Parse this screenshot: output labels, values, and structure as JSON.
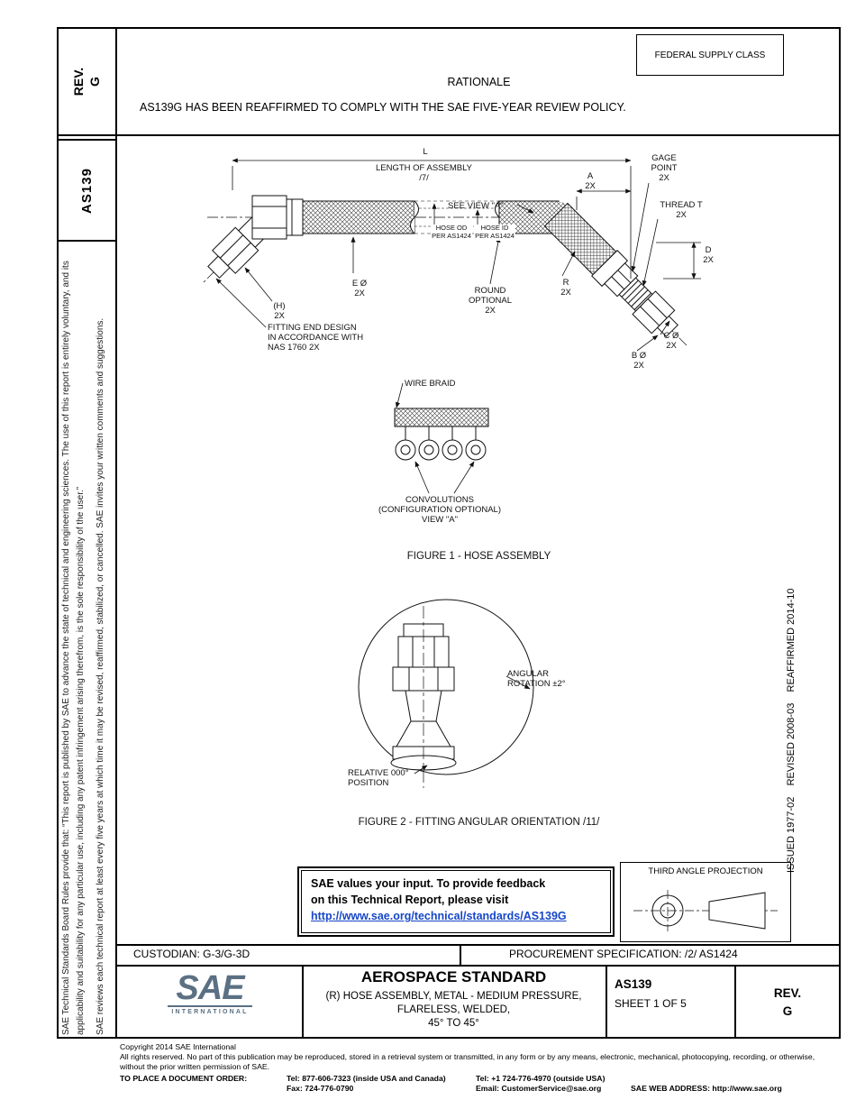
{
  "sidebar": {
    "rev": "REV.\nG",
    "doc_number": "AS139",
    "notice_para1": "SAE Technical Standards Board Rules provide that: “This report is published by SAE to advance the state of technical and engineering sciences. The use of this report is entirely voluntary, and its applicability and suitability for any particular use, including any patent infringement arising therefrom, is the sole responsibility of the user.”",
    "notice_para2": "SAE reviews each technical report at least every five years at which time it may be revised, reaffirmed, stabilized, or cancelled. SAE invites your written comments and suggestions."
  },
  "header": {
    "federal_supply_class": "FEDERAL SUPPLY CLASS",
    "rationale_title": "RATIONALE",
    "rationale_body": "AS139G HAS BEEN REAFFIRMED TO COMPLY WITH THE SAE FIVE-YEAR REVIEW POLICY."
  },
  "figure1": {
    "caption": "FIGURE 1 - HOSE ASSEMBLY",
    "labels": {
      "dim_l": "L",
      "length_of_assembly": "LENGTH OF ASSEMBLY",
      "length_note": "/7/",
      "gage_point": "GAGE\nPOINT\n2X",
      "dim_a": "A\n2X",
      "see_view_a": "SEE VIEW \"A\"",
      "thread_t": "THREAD T\n2X",
      "hose_od": "HOSE OD\nPER AS1424",
      "hose_id": "HOSE ID\nPER AS1424",
      "dim_d": "D\n2X",
      "dim_e": "E Ø\n2X",
      "dim_h": "(H)\n2X",
      "round_optional": "ROUND\nOPTIONAL\n2X",
      "dim_r": "R\n2X",
      "fitting_end_design": "FITTING END DESIGN\nIN ACCORDANCE WITH\nNAS 1760 2X",
      "dim_c": "C Ø\n2X",
      "dim_b": "B Ø\n2X",
      "wire_braid": "WIRE BRAID",
      "convolutions": "CONVOLUTIONS\n(CONFIGURATION OPTIONAL)\nVIEW \"A\""
    }
  },
  "figure2": {
    "caption": "FIGURE 2 - FITTING ANGULAR ORIENTATION /11/",
    "labels": {
      "angular_rotation": "ANGULAR\nROTATION ±2°",
      "relative_position": "RELATIVE 000°\nPOSITION"
    }
  },
  "feedback": {
    "line1": "SAE values your input. To provide feedback",
    "line2": "on this Technical Report, please visit",
    "link": "http://www.sae.org/technical/standards/AS139G",
    "link_color": "#1646c8"
  },
  "projection_title": "THIRD ANGLE PROJECTION",
  "revision_history": "ISSUED 1977-02    REVISED 2008-03    REAFFIRMED 2014-10",
  "custodian": "CUSTODIAN: G-3/G-3D",
  "procurement": "PROCUREMENT SPECIFICATION: /2/ AS1424",
  "title_block": {
    "logo_text": "SAE",
    "logo_sub": "INTERNATIONAL",
    "logo_color": "#5b7083",
    "standard_type": "AEROSPACE STANDARD",
    "description": "(R) HOSE ASSEMBLY, METAL - MEDIUM PRESSURE,\nFLARELESS, WELDED,\n45° TO 45°",
    "doc_number": "AS139",
    "sheet": "SHEET 1 OF 5",
    "rev_label": "REV.",
    "rev_value": "G"
  },
  "footer": {
    "copyright": "Copyright 2014 SAE International",
    "rights": "All rights reserved. No part of this publication may be reproduced, stored in a retrieval system or transmitted, in any form or by any means, electronic, mechanical, photocopying, recording, or otherwise, without the prior written permission of SAE.",
    "order_label": "TO PLACE A DOCUMENT ORDER:",
    "tel_inside": "Tel: 877-606-7323 (inside USA and Canada)",
    "tel_outside": "Tel: +1 724-776-4970 (outside USA)",
    "fax": "Fax: 724-776-0790",
    "email": "Email: CustomerService@sae.org",
    "web": "SAE WEB ADDRESS: http://www.sae.org"
  }
}
